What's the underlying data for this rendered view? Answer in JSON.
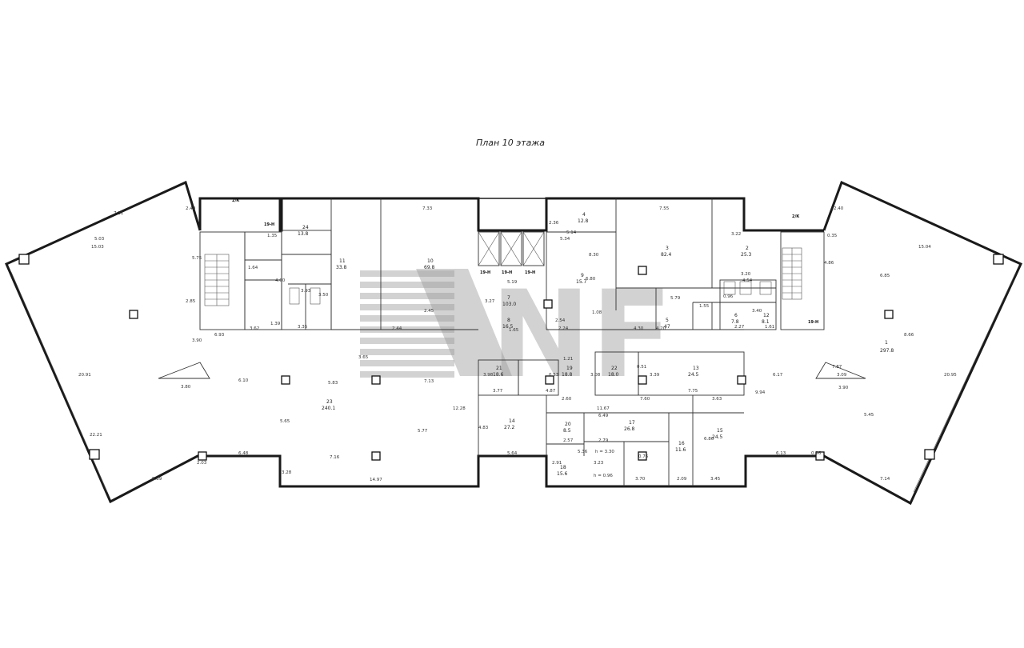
{
  "plan": {
    "title": "План 10 этажа",
    "watermark": "NF",
    "wall_color": "#1a1a1a",
    "watermark_color": "#9c9c9c",
    "rooms": [
      {
        "id": "r1",
        "num": "1",
        "area": "297.8"
      },
      {
        "id": "r2",
        "num": "2",
        "area": "25.3"
      },
      {
        "id": "r3",
        "num": "3",
        "area": "82.4"
      },
      {
        "id": "r4",
        "num": "4",
        "area": "12.8"
      },
      {
        "id": "r5",
        "num": "5",
        "area": "47"
      },
      {
        "id": "r6",
        "num": "6",
        "area": "7.8"
      },
      {
        "id": "r7",
        "num": "7",
        "area": "103.0"
      },
      {
        "id": "r8",
        "num": "8",
        "area": "16.5"
      },
      {
        "id": "r9",
        "num": "9",
        "area": "15.7"
      },
      {
        "id": "r10",
        "num": "10",
        "area": "69.8"
      },
      {
        "id": "r11",
        "num": "11",
        "area": "33.8"
      },
      {
        "id": "r12",
        "num": "12",
        "area": "8.1"
      },
      {
        "id": "r13",
        "num": "13",
        "area": "24.5"
      },
      {
        "id": "r14",
        "num": "14",
        "area": "27.2"
      },
      {
        "id": "r15",
        "num": "15",
        "area": "24.5"
      },
      {
        "id": "r16",
        "num": "16",
        "area": "11.6"
      },
      {
        "id": "r17",
        "num": "17",
        "area": "26.8"
      },
      {
        "id": "r18",
        "num": "18",
        "area": "15.6"
      },
      {
        "id": "r19",
        "num": "19",
        "area": "18.8"
      },
      {
        "id": "r20",
        "num": "20",
        "area": "8.5"
      },
      {
        "id": "r21",
        "num": "21",
        "area": "18.6"
      },
      {
        "id": "r22",
        "num": "22",
        "area": "18.0"
      },
      {
        "id": "r23",
        "num": "23",
        "area": "240.1"
      },
      {
        "id": "r24",
        "num": "24",
        "area": "13.8"
      }
    ],
    "dimensions": {
      "d1": "2.40",
      "d2": "2.40",
      "d3": "7.11",
      "d4": "5.75",
      "d5": "5.03",
      "d6": "15.03",
      "d7": "20.91",
      "d8": "22.21",
      "d9": "6.48",
      "d10": "7.16",
      "d11": "14.97",
      "d12": "5.77",
      "d13": "7.13",
      "d14": "12.28",
      "d15": "5.64",
      "d16": "6.10",
      "d17": "5.83",
      "d18": "5.65",
      "d19": "7.33",
      "d20": "5.34",
      "d21": "7.55",
      "d22": "5.79",
      "d23": "3.22",
      "d24": "6.85",
      "d25": "15.04",
      "d26": "20.95",
      "d27": "8.66",
      "d28": "5.45",
      "d29": "6.13",
      "d30": "7.14",
      "d31": "9.94",
      "d32": "6.17",
      "d33": "3.90",
      "d34": "7.87",
      "d35": "3.09",
      "d36": "3.77",
      "d37": "3.80",
      "d38": "4.87",
      "d39": "2.60",
      "d40": "7.60",
      "d41": "7.75",
      "d42": "3.63",
      "d43": "11.67",
      "d44": "6.49",
      "d45": "2.57",
      "d46": "2.79",
      "d47": "5.36",
      "d48": "3.70",
      "d49": "2.09",
      "d50": "3.45",
      "d51": "3.23",
      "d52": "2.91",
      "d53": "h = 3.30",
      "d54": "h = 0.96",
      "d55": "5.19",
      "d56": "3.27",
      "d57": "2.54",
      "d58": "2.24",
      "d59": "1.65",
      "d60": "1.08",
      "d61": "4.20",
      "d62": "1.55",
      "d63": "3.20",
      "d64": "4.54",
      "d65": "0.96",
      "d66": "3.40",
      "d67": "1.61",
      "d68": "2.27",
      "d69": "3.93",
      "d70": "3.62",
      "d71": "1.39",
      "d72": "3.35",
      "d73": "6.93",
      "d74": "3.90",
      "d75": "2.85",
      "d76": "1.64",
      "d77": "1.35",
      "d78": "4.00",
      "d79": "3.50",
      "d80": "2.36",
      "d81": "2.45",
      "d82": "2.44",
      "d83": "1.21",
      "d84": "3.08",
      "d85": "3.65",
      "d86": "6.80",
      "d87": "6.86",
      "d88": "4.83",
      "d89": "0.53",
      "d90": "0.51",
      "d91": "0.76",
      "d92": "0.96",
      "d93": "2.03",
      "d94": "3.28",
      "d95": "3.98",
      "d96": "3.39",
      "d97": "0.35",
      "d98": "5.89",
      "d99": "4.86",
      "d100": "8.30",
      "d101": "4.30",
      "d102": "5.14"
    },
    "tags": {
      "stair_left": "19-Н",
      "stair_right": "19-Н",
      "lifts_a": "19-Н",
      "lifts_b": "19-Н",
      "lifts_c": "19-Н",
      "evac_left": "2/К",
      "evac_right": "2/К"
    }
  }
}
